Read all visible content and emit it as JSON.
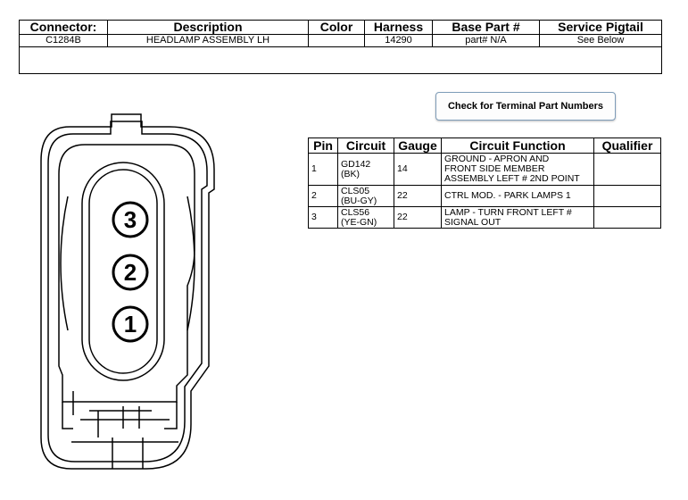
{
  "header": {
    "columns": [
      "Connector:",
      "Description",
      "Color",
      "Harness",
      "Base Part #",
      "Service Pigtail"
    ],
    "row": [
      "C1284B",
      "HEADLAMP ASSEMBLY LH",
      "",
      "14290",
      "part# N/A",
      "See Below"
    ]
  },
  "button": {
    "label": "Check for Terminal Part Numbers"
  },
  "pin_table": {
    "columns": [
      "Pin",
      "Circuit",
      "Gauge",
      "Circuit Function",
      "Qualifier"
    ],
    "rows": [
      {
        "pin": "1",
        "circuit": [
          "GD142",
          "(BK)"
        ],
        "gauge": "14",
        "function": [
          "GROUND - APRON AND",
          "FRONT SIDE MEMBER",
          "ASSEMBLY LEFT # 2ND POINT"
        ],
        "qualifier": ""
      },
      {
        "pin": "2",
        "circuit": [
          "CLS05",
          "(BU-GY)"
        ],
        "gauge": "22",
        "function": [
          "CTRL MOD. - PARK LAMPS 1"
        ],
        "qualifier": ""
      },
      {
        "pin": "3",
        "circuit": [
          "CLS56",
          "(YE-GN)"
        ],
        "gauge": "22",
        "function": [
          "LAMP - TURN FRONT LEFT #",
          "SIGNAL OUT"
        ],
        "qualifier": ""
      }
    ]
  },
  "connector": {
    "pin_labels": [
      "3",
      "2",
      "1"
    ]
  }
}
